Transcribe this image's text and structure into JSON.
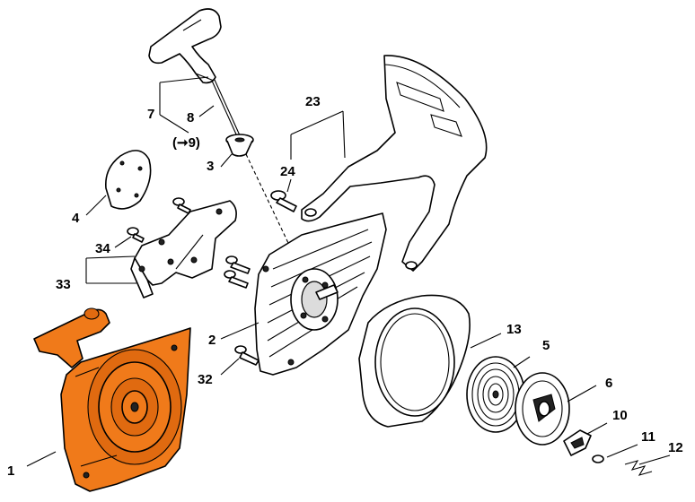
{
  "colors": {
    "highlight": "#f07a1a",
    "line": "#000000",
    "background": "#ffffff"
  },
  "labels": {
    "l1": "1",
    "l2": "2",
    "l3": "3",
    "l4": "4",
    "l5": "5",
    "l6": "6",
    "l7": "7",
    "l8": "8",
    "l9": "(➞9)",
    "l10": "10",
    "l11": "11",
    "l12": "12",
    "l13": "13",
    "l23": "23",
    "l24": "24",
    "l32": "32",
    "l33": "33",
    "l34": "34"
  }
}
